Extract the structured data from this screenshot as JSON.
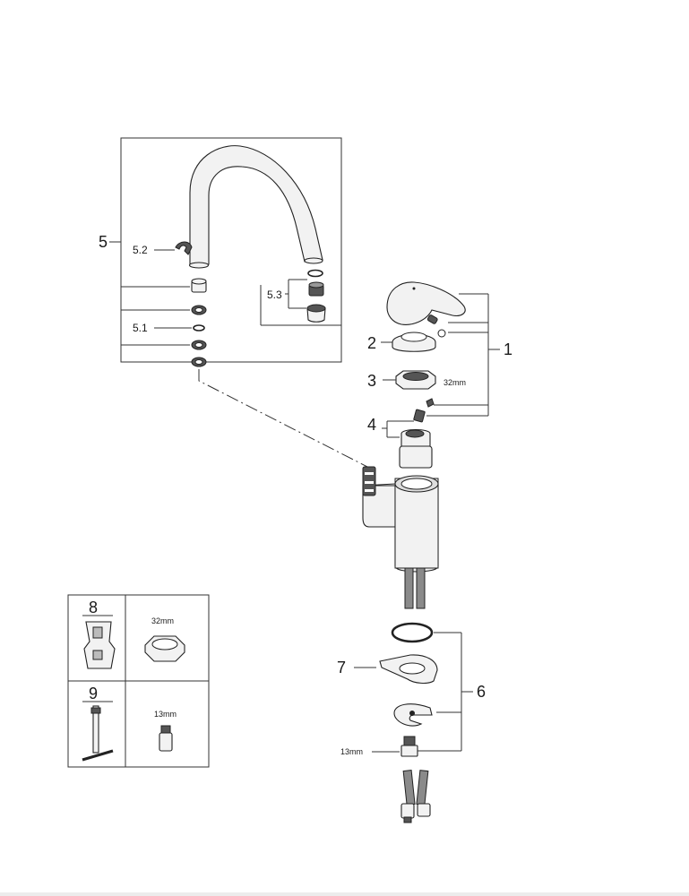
{
  "labels": {
    "part_1": "1",
    "part_2": "2",
    "part_3": "3",
    "part_4": "4",
    "part_5": "5",
    "part_5_1": "5.1",
    "part_5_2": "5.2",
    "part_5_3": "5.3",
    "part_6": "6",
    "part_7": "7",
    "tool_8": "8",
    "tool_9": "9"
  },
  "dimensions": {
    "nut_32": "32mm",
    "tool_8_size": "32mm",
    "tool_9_size": "13mm",
    "nipple_13": "13mm"
  }
}
